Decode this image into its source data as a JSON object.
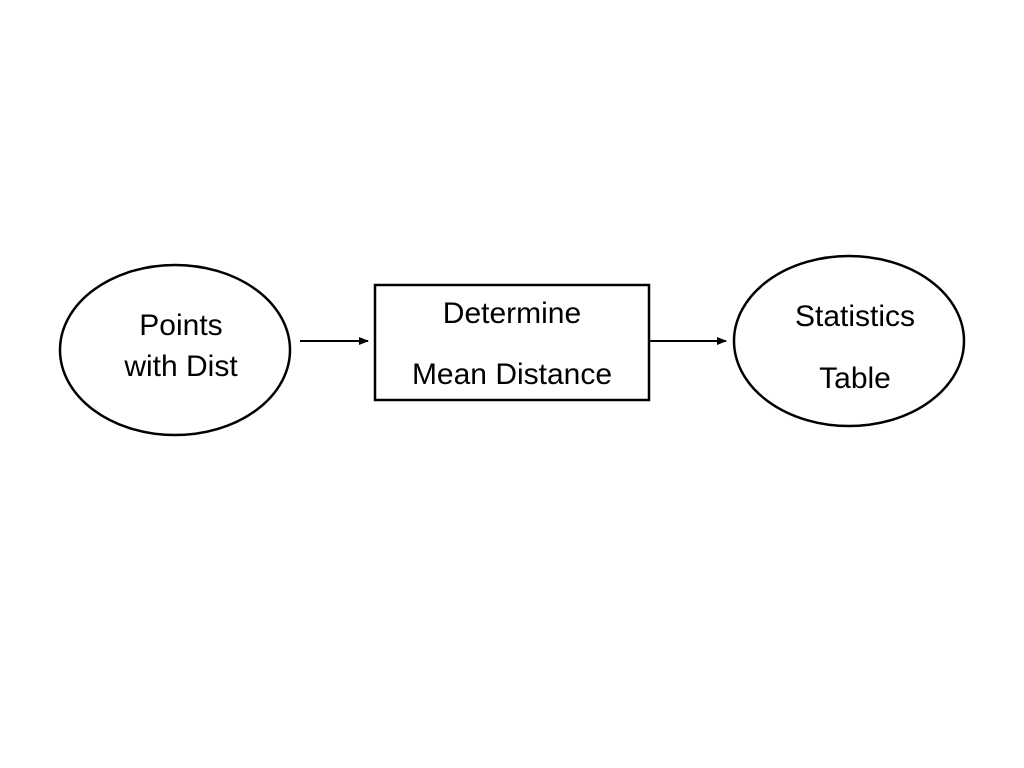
{
  "diagram": {
    "nodes": [
      {
        "id": "points",
        "shape": "ellipse",
        "lines": [
          "Points",
          "with Dist"
        ]
      },
      {
        "id": "process",
        "shape": "rectangle",
        "lines": [
          "Determine",
          "Mean Distance"
        ]
      },
      {
        "id": "stats",
        "shape": "ellipse",
        "lines": [
          "Statistics",
          "Table"
        ]
      }
    ],
    "edges": [
      {
        "from": "points",
        "to": "process"
      },
      {
        "from": "process",
        "to": "stats"
      }
    ],
    "colors": {
      "stroke": "#000000",
      "fill": "#ffffff",
      "text": "#000000"
    }
  }
}
